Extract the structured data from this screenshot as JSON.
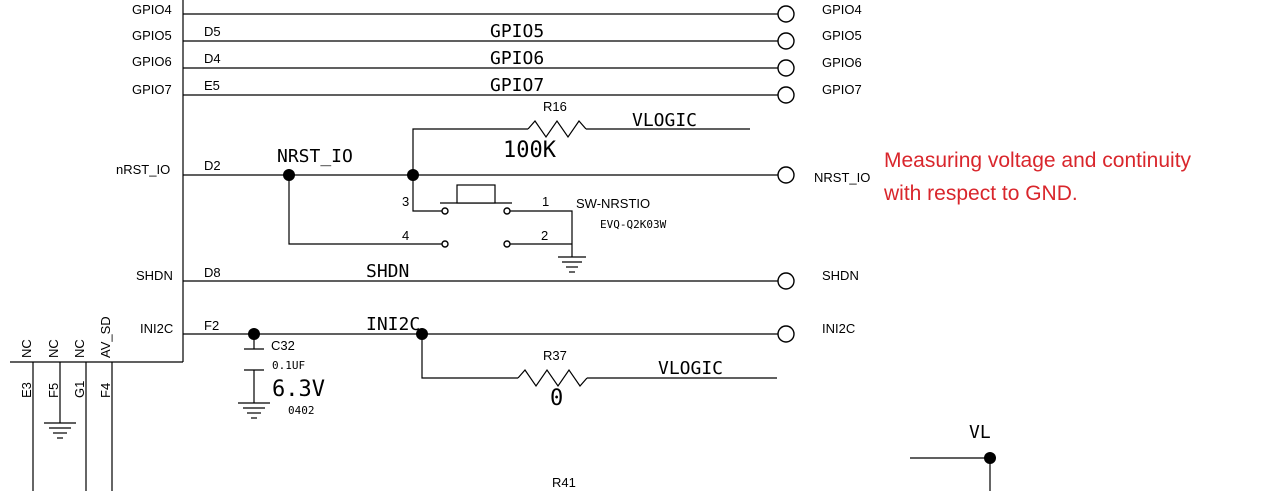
{
  "ic_pins": [
    {
      "net": "GPIO5",
      "ball": "D5"
    },
    {
      "net": "GPIO6",
      "ball": "D4"
    },
    {
      "net": "GPIO7",
      "ball": "E5"
    },
    {
      "net": "nRST_IO",
      "ball": "D2"
    },
    {
      "net": "SHDN",
      "ball": "D8"
    },
    {
      "net": "INI2C",
      "ball": "F2"
    }
  ],
  "top_partial_label": "GPIO4",
  "top_partial_right": "GPIO4",
  "net_labels": {
    "gpio5": "GPIO5",
    "gpio6": "GPIO6",
    "gpio7": "GPIO7",
    "nrst": "NRST_IO",
    "shdn": "SHDN",
    "ini2c": "INI2C",
    "vlogic_r16": "VLOGIC",
    "vlogic_r37": "VLOGIC",
    "vl": "VL"
  },
  "test_points": [
    "GPIO5",
    "GPIO6",
    "GPIO7",
    "NRST_IO",
    "SHDN",
    "INI2C"
  ],
  "bottom_pins": [
    {
      "name": "NC",
      "ball": "E3"
    },
    {
      "name": "NC",
      "ball": "F5"
    },
    {
      "name": "NC",
      "ball": "G1"
    },
    {
      "name": "AV_SD",
      "ball": "F4"
    }
  ],
  "r16": {
    "ref": "R16",
    "value": "100K"
  },
  "r37": {
    "ref": "R37",
    "value": "0"
  },
  "r41": {
    "ref": "R41"
  },
  "c32": {
    "ref": "C32",
    "value": "0.1UF",
    "voltage": "6.3V",
    "package": "0402"
  },
  "switch": {
    "ref": "SW-NRSTIO",
    "part": "EVQ-Q2K03W",
    "pins": [
      "3",
      "1",
      "4",
      "2"
    ]
  },
  "annotation": {
    "line1": "Measuring voltage and continuity",
    "line2": "with respect to GND.",
    "color": "#d9262c"
  }
}
